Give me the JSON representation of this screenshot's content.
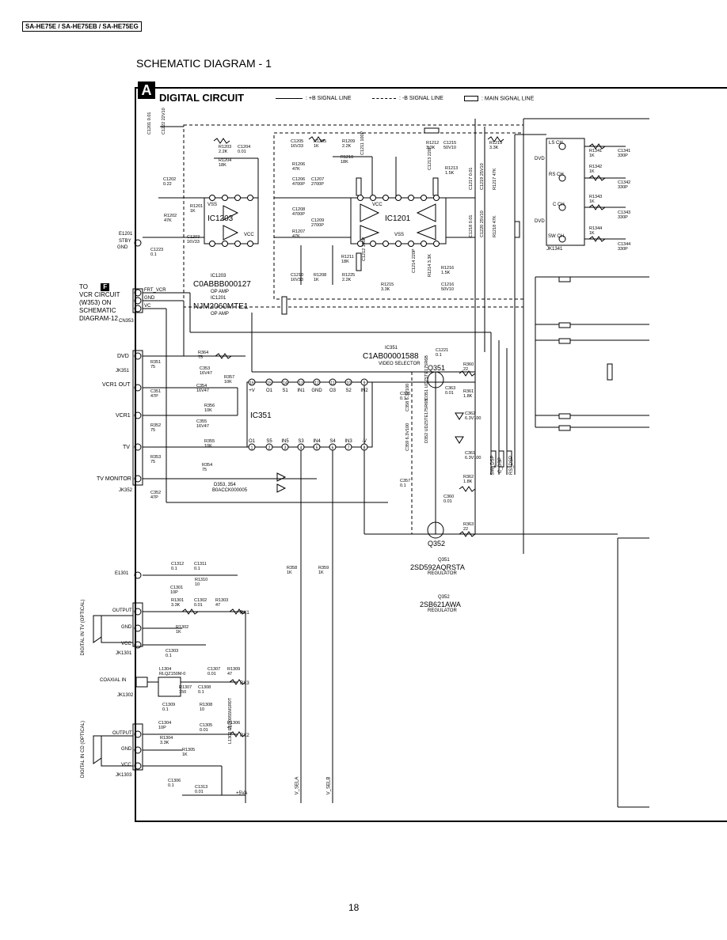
{
  "header": {
    "model": "SA-HE75E / SA-HE75EB / SA-HE75EG"
  },
  "page": {
    "title": "SCHEMATIC DIAGRAM - 1",
    "number": "18"
  },
  "section": {
    "badge": "A",
    "title": "DIGITAL CIRCUIT",
    "legend": {
      "b_plus": ": +B SIGNAL LINE",
      "b_minus": ": -B SIGNAL LINE",
      "main": ": MAIN SIGNAL LINE"
    }
  },
  "ics": {
    "ic1203": {
      "name": "IC1203",
      "part": "C0ABBB000127",
      "desc": "OP AMP"
    },
    "ic1201": {
      "name": "IC1201",
      "part": "NJM2060MTE1",
      "desc": "OP AMP"
    },
    "ic351": {
      "name": "IC351",
      "part": "C1AB00001588",
      "desc": "VIDEO SELECTOR"
    }
  },
  "transistors": {
    "q351": {
      "name": "Q351",
      "part": "2SD592AQRSTA",
      "desc": "REGULATOR"
    },
    "q352": {
      "name": "Q352",
      "part": "2SB621AWA",
      "desc": "REGULATOR"
    }
  },
  "diodes": {
    "d353_354": {
      "name": "D353, 354",
      "part": "B0ACCK000005"
    }
  },
  "connectors": {
    "to_f": {
      "text1": "TO",
      "badge": "F",
      "text2": "VCR CIRCUIT",
      "text3": "(W353) ON",
      "text4": "SCHEMATIC",
      "text5": "DIAGRAM-12",
      "pins": [
        "FRT_VCR",
        "GND",
        "VC"
      ],
      "name": "CN353"
    },
    "e1201": {
      "name": "E1201",
      "label1": "STBY",
      "label2": "GND"
    },
    "jk351": {
      "name": "JK351",
      "label": "DVD"
    },
    "jk352": {
      "name": "JK352",
      "labels": [
        "VCR1 OUT",
        "VCR1",
        "TV",
        "TV MONITOR"
      ]
    },
    "e1301": {
      "name": "E1301"
    },
    "jk1301": {
      "name": "JK1301",
      "side": "DIGITAL IN TV (OPTICAL)",
      "pins": [
        "OUTPUT",
        "GND",
        "VCC"
      ]
    },
    "jk1302": {
      "name": "JK1302",
      "label": "COAXIAL IN"
    },
    "jk1303": {
      "name": "JK1303",
      "side": "DIGITAL IN CD (OPTICAL)",
      "pins": [
        "OUTPUT",
        "GND",
        "VCC"
      ]
    },
    "jk1341": {
      "name": "JK1341",
      "labels": [
        "LS CH",
        "RS CH",
        "C CH",
        "SW CH"
      ],
      "dvd": "DVD"
    }
  },
  "components": [
    "C1201 0.01",
    "C1222 22V10",
    "R1203 2.2K",
    "C1204 0.01",
    "R1204 18K",
    "C1202 0.22",
    "R1201 1K",
    "R1202 47K",
    "C1203 16V33",
    "C1223 0.1",
    "C1205 16V33",
    "R1205 1K",
    "R1206 47K",
    "C1206 4700P",
    "C1207 2700P",
    "C1208 4700P",
    "C1209 2700P",
    "R1207 47K",
    "C1210 16V33",
    "R1208 1K",
    "R1209 2.2K",
    "R1210 18K",
    "C1211 100P",
    "R1211 18K",
    "R1225 2.2K",
    "C1212 100P",
    "R1215 3.3K",
    "R1212 3.3K",
    "C1215 50V10",
    "R1213 1.5K",
    "C1213 220P",
    "C1214 220P",
    "R1214 3.3K",
    "R1216 1.5K",
    "C1216 50V10",
    "C1217 0.01",
    "C1219 25V10",
    "R1217 47K",
    "C1218 0.01",
    "C1220 25V10",
    "R1218 47K",
    "R1219 3.3K",
    "R1341 1K",
    "C1341 330P",
    "R1342 1K",
    "C1342 330P",
    "R1343 1K",
    "C1343 330P",
    "R1344 1K",
    "C1344 330P",
    "R364 75",
    "R351 75",
    "C353 16V47",
    "R357 10K",
    "C351 47P",
    "C354 16V47",
    "R356 10K",
    "C355 16V47",
    "R355 10K",
    "R352 75",
    "R353 75",
    "R354 75",
    "C352 47P",
    "C1221 0.1",
    "R360 22",
    "C363 0.01",
    "R361 1.8K",
    "C356 0.1",
    "C358 6.3V100",
    "D351 UDZ5TE175R6B",
    "C362 6.3V100",
    "C359 6.3V100",
    "D352 UDZ5TE175R6B",
    "C361 6.3V100",
    "C357 0.1",
    "R362 1.8K",
    "C360 0.01",
    "R363 22",
    "R358 1K",
    "R359 1K",
    "C1312 0.1",
    "C1311 0.1",
    "R1310 10",
    "C1301 10P",
    "R1301 3.3K",
    "C1302 0.01",
    "R1303 47",
    "R1302 1K",
    "C1303 0.1",
    "L1304 RLQZ150M-0",
    "C1307 0.01",
    "R1307 150",
    "C1308 0.1",
    "R1309 47",
    "C1309 0.1",
    "R1308 10",
    "C1304 10P",
    "R1304 3.3K",
    "C1305 0.01",
    "R1306 47",
    "R1305 1K",
    "C1306 0.1",
    "C1313 0.01",
    "L1303 ELQ0055M1R0T"
  ],
  "nets": [
    "RX1",
    "RX2",
    "RX3",
    "+5VA",
    "V_SELA",
    "V_SELB",
    "SW_DSP",
    "C_DSP",
    "RS_DSP",
    "VSS",
    "VCC"
  ],
  "ic351_pins_top": [
    "+V",
    "O1",
    "S1",
    "IN1",
    "GND",
    "O3",
    "S2",
    "IN2"
  ],
  "ic351_pins_bottom": [
    "O1",
    "S5",
    "IN5",
    "S3",
    "IN4",
    "S4",
    "IN3",
    "-V"
  ],
  "ic351_pinnums_top": [
    "16",
    "15",
    "14",
    "13",
    "12",
    "11",
    "10",
    "9"
  ],
  "ic351_pinnums_bottom": [
    "1",
    "2",
    "3",
    "4",
    "5",
    "6",
    "7",
    "8"
  ]
}
